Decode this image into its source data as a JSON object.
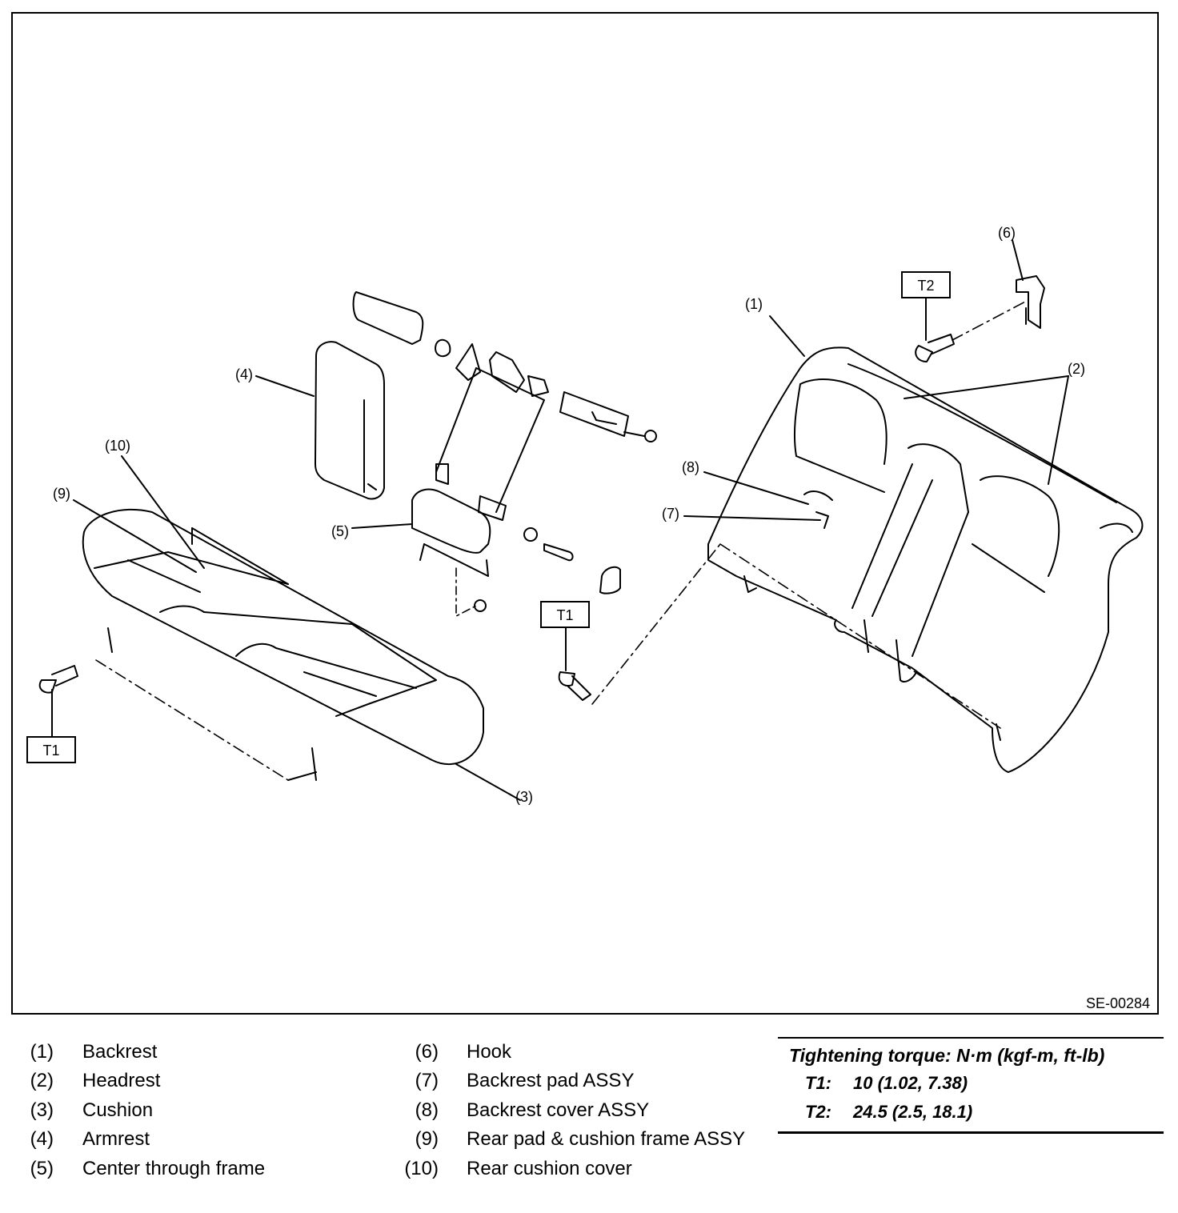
{
  "diagram": {
    "code": "SE-00284",
    "callouts": {
      "c1": "(1)",
      "c2": "(2)",
      "c3": "(3)",
      "c4": "(4)",
      "c5": "(5)",
      "c6": "(6)",
      "c7": "(7)",
      "c8": "(8)",
      "c9": "(9)",
      "c10": "(10)"
    },
    "torque_tags": {
      "t1": "T1",
      "t2": "T2"
    }
  },
  "legend": {
    "left": [
      {
        "num": "(1)",
        "label": "Backrest"
      },
      {
        "num": "(2)",
        "label": "Headrest"
      },
      {
        "num": "(3)",
        "label": "Cushion"
      },
      {
        "num": "(4)",
        "label": "Armrest"
      },
      {
        "num": "(5)",
        "label": "Center through frame"
      }
    ],
    "right": [
      {
        "num": "(6)",
        "label": "Hook"
      },
      {
        "num": "(7)",
        "label": "Backrest pad ASSY"
      },
      {
        "num": "(8)",
        "label": "Backrest cover ASSY"
      },
      {
        "num": "(9)",
        "label": "Rear pad & cushion frame ASSY"
      },
      {
        "num": "(10)",
        "label": "Rear cushion cover"
      }
    ]
  },
  "torque": {
    "heading": "Tightening torque: N·m (kgf-m, ft-lb)",
    "rows": [
      {
        "key": "T1:",
        "value": "10 (1.02, 7.38)"
      },
      {
        "key": "T2:",
        "value": "24.5 (2.5, 18.1)"
      }
    ]
  }
}
